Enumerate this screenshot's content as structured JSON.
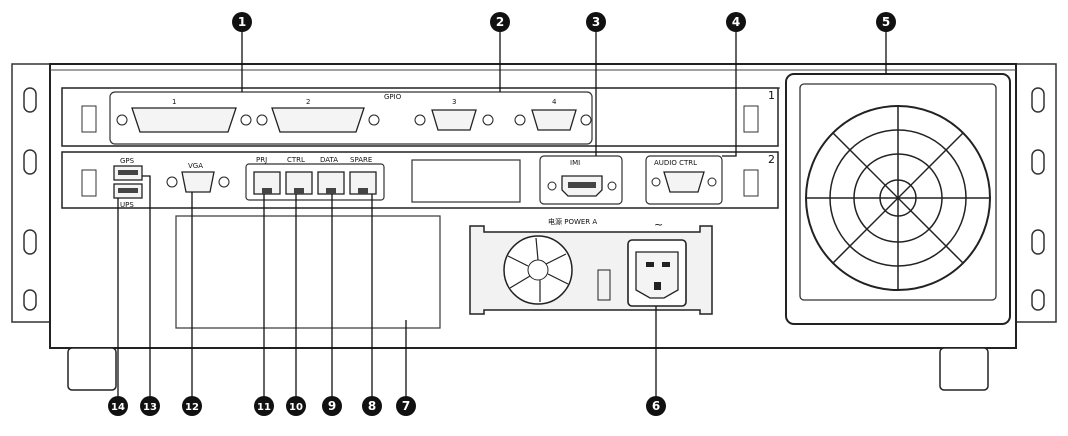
{
  "labels": {
    "gpio": "GPIO",
    "gpio_port_1": "1",
    "gpio_port_2": "2",
    "gpio_port_3": "3",
    "gpio_port_4": "4",
    "slot_1": "1",
    "slot_2": "2",
    "usb_top": "GPS",
    "usb_bottom": "UPS",
    "vga": "VGA",
    "eth_1": "PRJ",
    "eth_2": "CTRL",
    "eth_3": "DATA",
    "eth_4": "SPARE",
    "hdmi": "IMI",
    "audio_ctrl": "AUDIO CTRL",
    "power": "电源 POWER A",
    "ac_symbol": "~"
  },
  "callouts": [
    "1",
    "2",
    "3",
    "4",
    "5",
    "6",
    "7",
    "8",
    "9",
    "10",
    "11",
    "12",
    "13",
    "14"
  ]
}
